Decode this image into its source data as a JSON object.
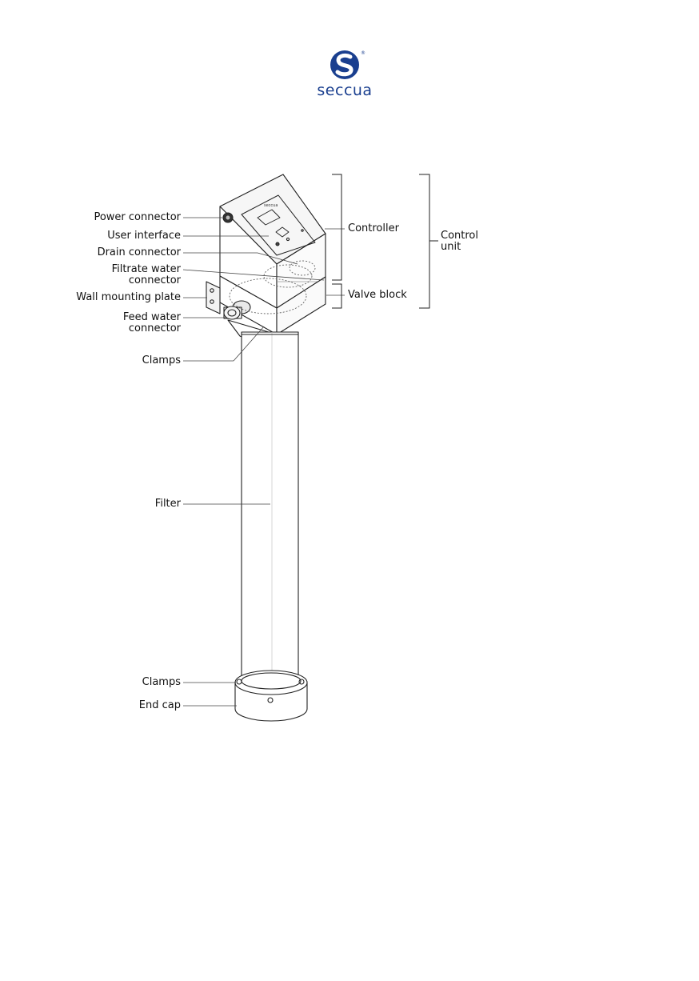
{
  "logo": {
    "wordmark": "seccua",
    "registered": "®",
    "brand_color": "#1a3f8f"
  },
  "labels": {
    "power_connector": "Power connector",
    "user_interface": "User interface",
    "drain_connector": "Drain connector",
    "filtrate_water_connector_1": "Filtrate water",
    "filtrate_water_connector_2": "connector",
    "wall_mounting_plate": "Wall mounting plate",
    "feed_water_connector_1": "Feed water",
    "feed_water_connector_2": "connector",
    "clamps_top": "Clamps",
    "filter": "Filter",
    "clamps_bottom": "Clamps",
    "end_cap": "End cap",
    "controller": "Controller",
    "valve_block": "Valve block",
    "control_unit_1": "Control",
    "control_unit_2": "unit"
  }
}
